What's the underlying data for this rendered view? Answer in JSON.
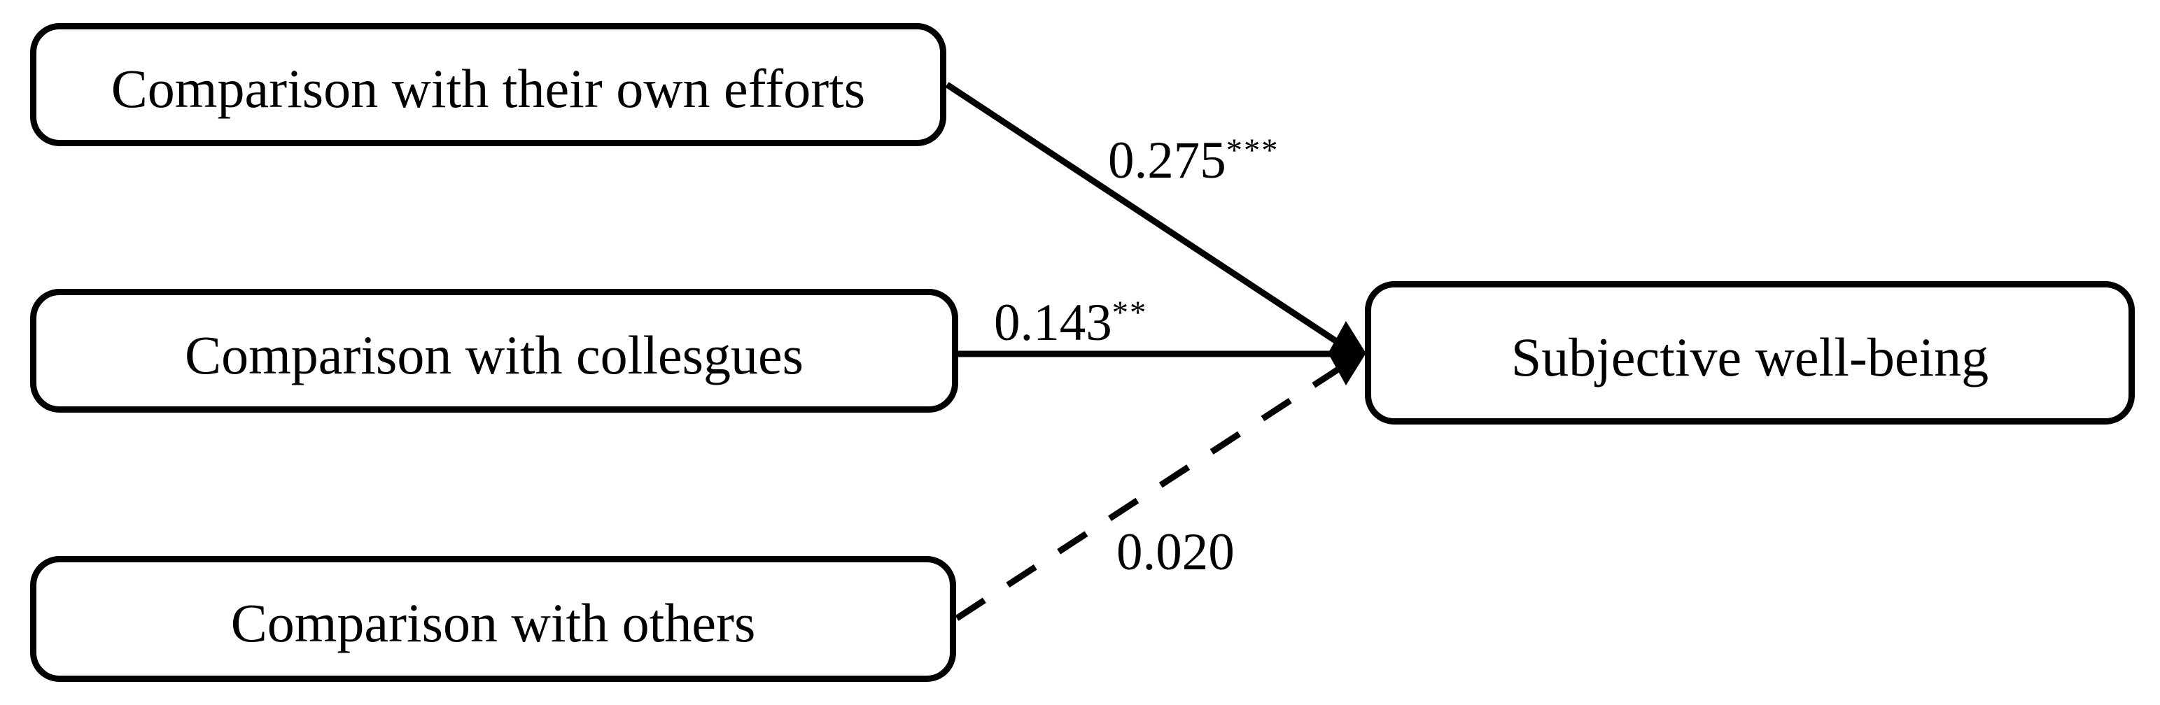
{
  "diagram": {
    "background_color": "#ffffff",
    "line_color": "#000000",
    "nodes": {
      "own_efforts": {
        "label": "Comparison with their own efforts"
      },
      "colleagues": {
        "label": "Comparison with collesgues"
      },
      "others": {
        "label": "Comparison with others"
      },
      "outcome": {
        "label": "Subjective well-being"
      }
    },
    "paths": [
      {
        "from": "Comparison with their own efforts",
        "to": "Subjective well-being",
        "coefficient": "0.275",
        "significance": "***",
        "style": "solid"
      },
      {
        "from": "Comparison with collesgues",
        "to": "Subjective well-being",
        "coefficient": "0.143",
        "significance": "**",
        "style": "solid"
      },
      {
        "from": "Comparison with others",
        "to": "Subjective well-being",
        "coefficient": "0.020",
        "significance": "",
        "style": "dashed"
      }
    ]
  }
}
